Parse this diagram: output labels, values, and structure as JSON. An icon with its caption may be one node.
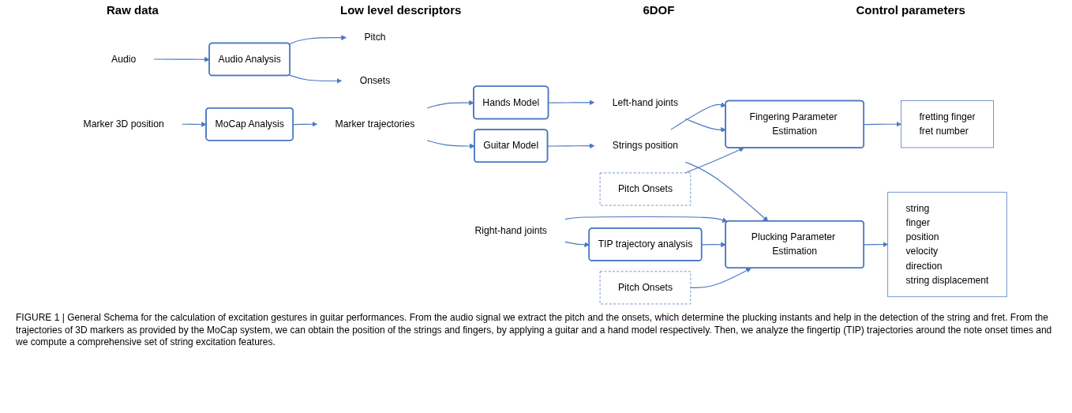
{
  "diagram": {
    "caption": "FIGURE 1 | General Schema for the calculation of excitation gestures in guitar performances. From the audio signal we extract the pitch and the onsets, which determine the plucking instants and help in the detection of the string and fret. From the trajectories of 3D markers as provided by the MoCap system, we can obtain the position of the strings and fingers, by applying a guitar and a hand model respectively. Then, we analyze the fingertip (TIP) trajectories around the note onset times and we compute a comprehensive set of string excitation features.",
    "nodes": [
      {
        "text": [
          "Audio"
        ]
      },
      {
        "text": [
          "Marker 3D position"
        ]
      },
      {
        "text": [
          "Audio Analysis"
        ]
      },
      {
        "text": [
          "MoCap Analysis"
        ]
      },
      {
        "text": [
          "Pitch"
        ]
      },
      {
        "text": [
          "Onsets"
        ]
      },
      {
        "text": [
          "Marker trajectories"
        ]
      },
      {
        "text": [
          "Guitar Model"
        ]
      },
      {
        "text": [
          "Hands Model"
        ]
      },
      {
        "text": [
          "Strings  position"
        ]
      },
      {
        "text": [
          "Left-hand joints"
        ]
      },
      {
        "text": [
          "Right-hand joints"
        ]
      },
      {
        "text": [
          "Pitch Onsets"
        ]
      },
      {
        "text": [
          "Fingering Parameter Estimation"
        ]
      },
      {
        "text": [
          "Plucking Parameter Estimation"
        ]
      },
      {
        "text": [
          "TIP  trajectory analysis"
        ]
      },
      {
        "text": [
          "Pitch Onsets"
        ]
      },
      {
        "text": [
          "fretting finger",
          "fret number"
        ]
      },
      {
        "text": [
          "string",
          "finger",
          "position",
          "velocity",
          "direction",
          "string displacement"
        ]
      }
    ],
    "edges": [
      {
        "from": 0,
        "to": 2,
        "arrow": "to"
      },
      {
        "from": 1,
        "to": 3,
        "arrow": "to"
      },
      {
        "from": 2,
        "to": 4,
        "arrow": "to"
      },
      {
        "from": 2,
        "to": 5,
        "arrow": "to"
      },
      {
        "from": 3,
        "to": 6,
        "arrow": "to"
      },
      {
        "from": 6,
        "to": 7,
        "arrow": "to"
      },
      {
        "from": 6,
        "to": 8,
        "arrow": "to"
      },
      {
        "from": 7,
        "to": 9,
        "arrow": "to"
      },
      {
        "from": 8,
        "to": 10,
        "arrow": "to"
      },
      {
        "from": 9,
        "to": 13,
        "arrow": "to"
      },
      {
        "from": 9,
        "to": 14,
        "arrow": "to"
      },
      {
        "from": 10,
        "to": 13,
        "arrow": "to"
      },
      {
        "from": 11,
        "to": 14,
        "arrow": "to"
      },
      {
        "from": 11,
        "to": 15,
        "arrow": "to"
      },
      {
        "from": 12,
        "to": 13,
        "arrow": "to"
      },
      {
        "from": 13,
        "to": 17,
        "arrow": "to"
      },
      {
        "from": 14,
        "to": 18,
        "arrow": "to"
      },
      {
        "from": 15,
        "to": 14,
        "arrow": "to"
      },
      {
        "from": 16,
        "to": 14,
        "arrow": "to"
      }
    ],
    "labels": [
      "Raw data",
      "Low level descriptors",
      "6DOF",
      "Control parameters"
    ]
  }
}
